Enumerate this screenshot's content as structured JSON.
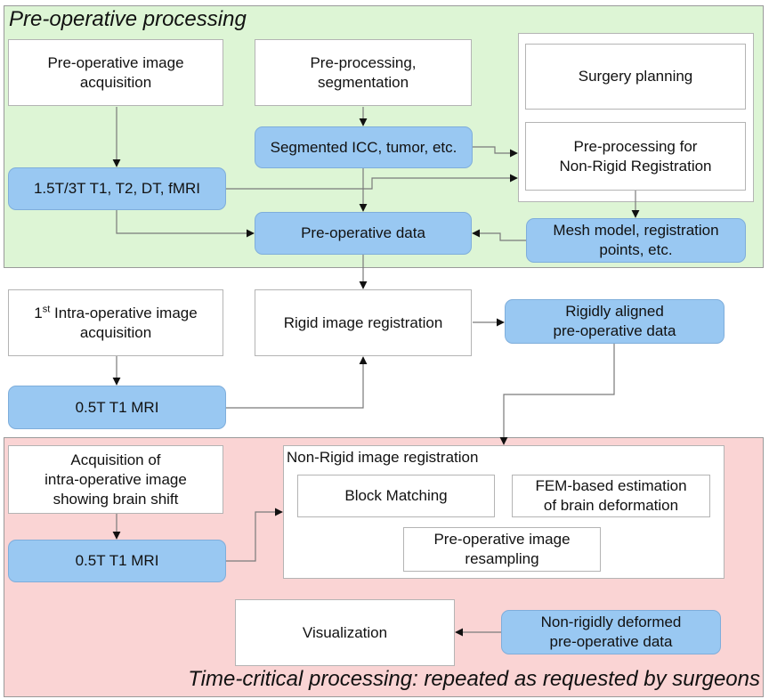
{
  "regions": {
    "preoperative_title": "Pre-operative processing",
    "timecritical_title": "Time-critical processing: repeated as requested by surgeons"
  },
  "boxes": {
    "preop_acq": [
      "Pre-operative image",
      "acquisition"
    ],
    "preproc_seg": [
      "Pre-processing,",
      "segmentation"
    ],
    "surgery_planning": [
      "Surgery planning"
    ],
    "preproc_nonrigid": [
      "Pre-processing for",
      "Non-Rigid Registration"
    ],
    "segmented_icc": [
      "Segmented ICC, tumor, etc."
    ],
    "mri_sequences": [
      "1.5T/3T T1, T2, DT, fMRI"
    ],
    "preop_data": [
      "Pre-operative data"
    ],
    "mesh_model": [
      "Mesh model, registration",
      "points, etc."
    ],
    "intraop1_acq": {
      "sup_prefix": "1",
      "sup": "st",
      "line1_rest": " Intra-operative image",
      "line2": "acquisition"
    },
    "rigid_reg": [
      "Rigid image registration"
    ],
    "rigid_aligned": [
      "Rigidly aligned",
      "pre-operative data"
    ],
    "mri_05_a": [
      "0.5T T1 MRI"
    ],
    "intraop_shift_acq": [
      "Acquisition of",
      "intra-operative image",
      "showing brain shift"
    ],
    "mri_05_b": [
      "0.5T T1 MRI"
    ],
    "nonrigid_group_label": "Non-Rigid image registration",
    "block_matching": [
      "Block Matching"
    ],
    "fem_estimation": [
      "FEM-based estimation",
      "of brain deformation"
    ],
    "resampling": [
      "Pre-operative image",
      "resampling"
    ],
    "visualization": [
      "Visualization"
    ],
    "nonrigid_deformed": [
      "Non-rigidly deformed",
      "pre-operative data"
    ]
  },
  "colors": {
    "preoperative_bg": "#ddf5d5",
    "timecritical_bg": "#fad4d4",
    "data_box": "#99c8f2",
    "process_box": "#ffffff",
    "connector": "#7a7a7a"
  }
}
